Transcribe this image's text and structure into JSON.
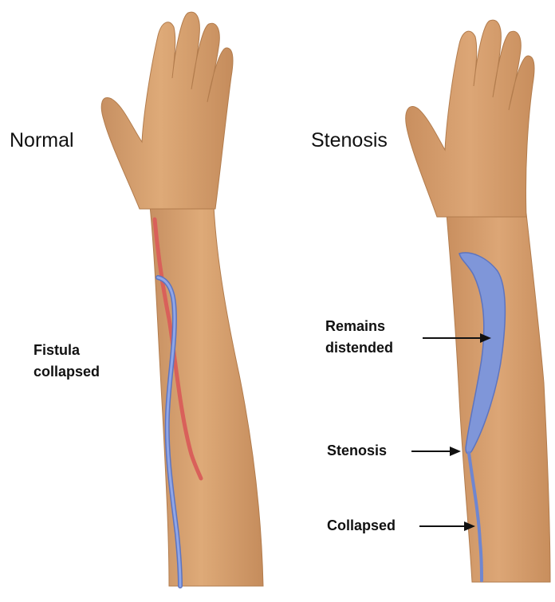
{
  "panels": {
    "left": {
      "title": "Normal"
    },
    "right": {
      "title": "Stenosis"
    }
  },
  "labels": {
    "fistula": [
      "Fistula",
      "collapsed"
    ],
    "remains": [
      "Remains",
      "distended"
    ],
    "stenosis": "Stenosis",
    "collapsed": "Collapsed"
  },
  "colors": {
    "skin": "#d9a574",
    "skin_shadow": "#c08a5a",
    "vein": "#7f96d9",
    "vein_outline": "#5d74bf",
    "artery": "#d9605a",
    "arrow": "#111111"
  }
}
